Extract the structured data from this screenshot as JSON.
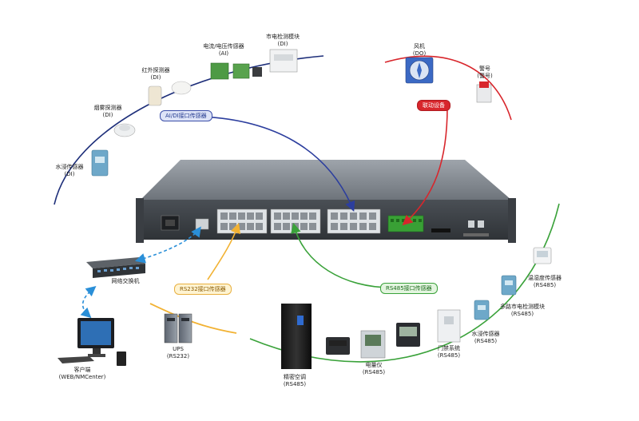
{
  "labels": {
    "water_left": {
      "name": "水浸传感器",
      "sub": "(DI)"
    },
    "smoke": {
      "name": "烟雾探测器",
      "sub": "(DI)"
    },
    "infrared": {
      "name": "红外探测器",
      "sub": "(DI)"
    },
    "current_voltage": {
      "name": "电流/电压传感器",
      "sub": "(AI)"
    },
    "mains_monitor": {
      "name": "市电检测模块",
      "sub": "(DI)"
    },
    "fan": {
      "name": "风机",
      "sub": "(DO)"
    },
    "siren": {
      "name": "警号",
      "sub": "(警号)"
    },
    "switch": {
      "name": "网络交换机"
    },
    "client": {
      "name": "客户端",
      "sub": "(WEB/NMCenter)"
    },
    "ups": {
      "name": "UPS",
      "sub": "(RS232)"
    },
    "precision_ac": {
      "name": "精密空调",
      "sub": "(RS485)"
    },
    "power_meter": {
      "name": "电量仪",
      "sub": "(RS485)"
    },
    "access_control": {
      "name": "门禁系统",
      "sub": "(RS485)"
    },
    "water_right": {
      "name": "水浸传感器",
      "sub": "(RS485)"
    },
    "multi_mains": {
      "name": "多路市电检测模块",
      "sub": "(RS485)"
    },
    "temp_humidity": {
      "name": "温湿度传感器",
      "sub": "(RS485)"
    }
  },
  "tags": {
    "ai_di": "AI/DI接口传感器",
    "linkage": "联动设备",
    "rs232": "RS232接口传感器",
    "rs485": "RS485接口传感器"
  },
  "colors": {
    "blue": "#2c3e9e",
    "red": "#d8262c",
    "yellow": "#f2b233",
    "green": "#3aa23a",
    "network": "#2a8fd8"
  },
  "icons": [
    "rack-device-icon",
    "network-switch-icon",
    "computer-icon",
    "ups-icon",
    "ac-cabinet-icon",
    "power-meter-icon",
    "door-access-icon",
    "sensor-module-icon",
    "thermostat-icon",
    "smoke-detector-icon",
    "infrared-detector-icon",
    "current-sensor-icon",
    "mains-module-icon",
    "fan-icon",
    "siren-icon"
  ]
}
